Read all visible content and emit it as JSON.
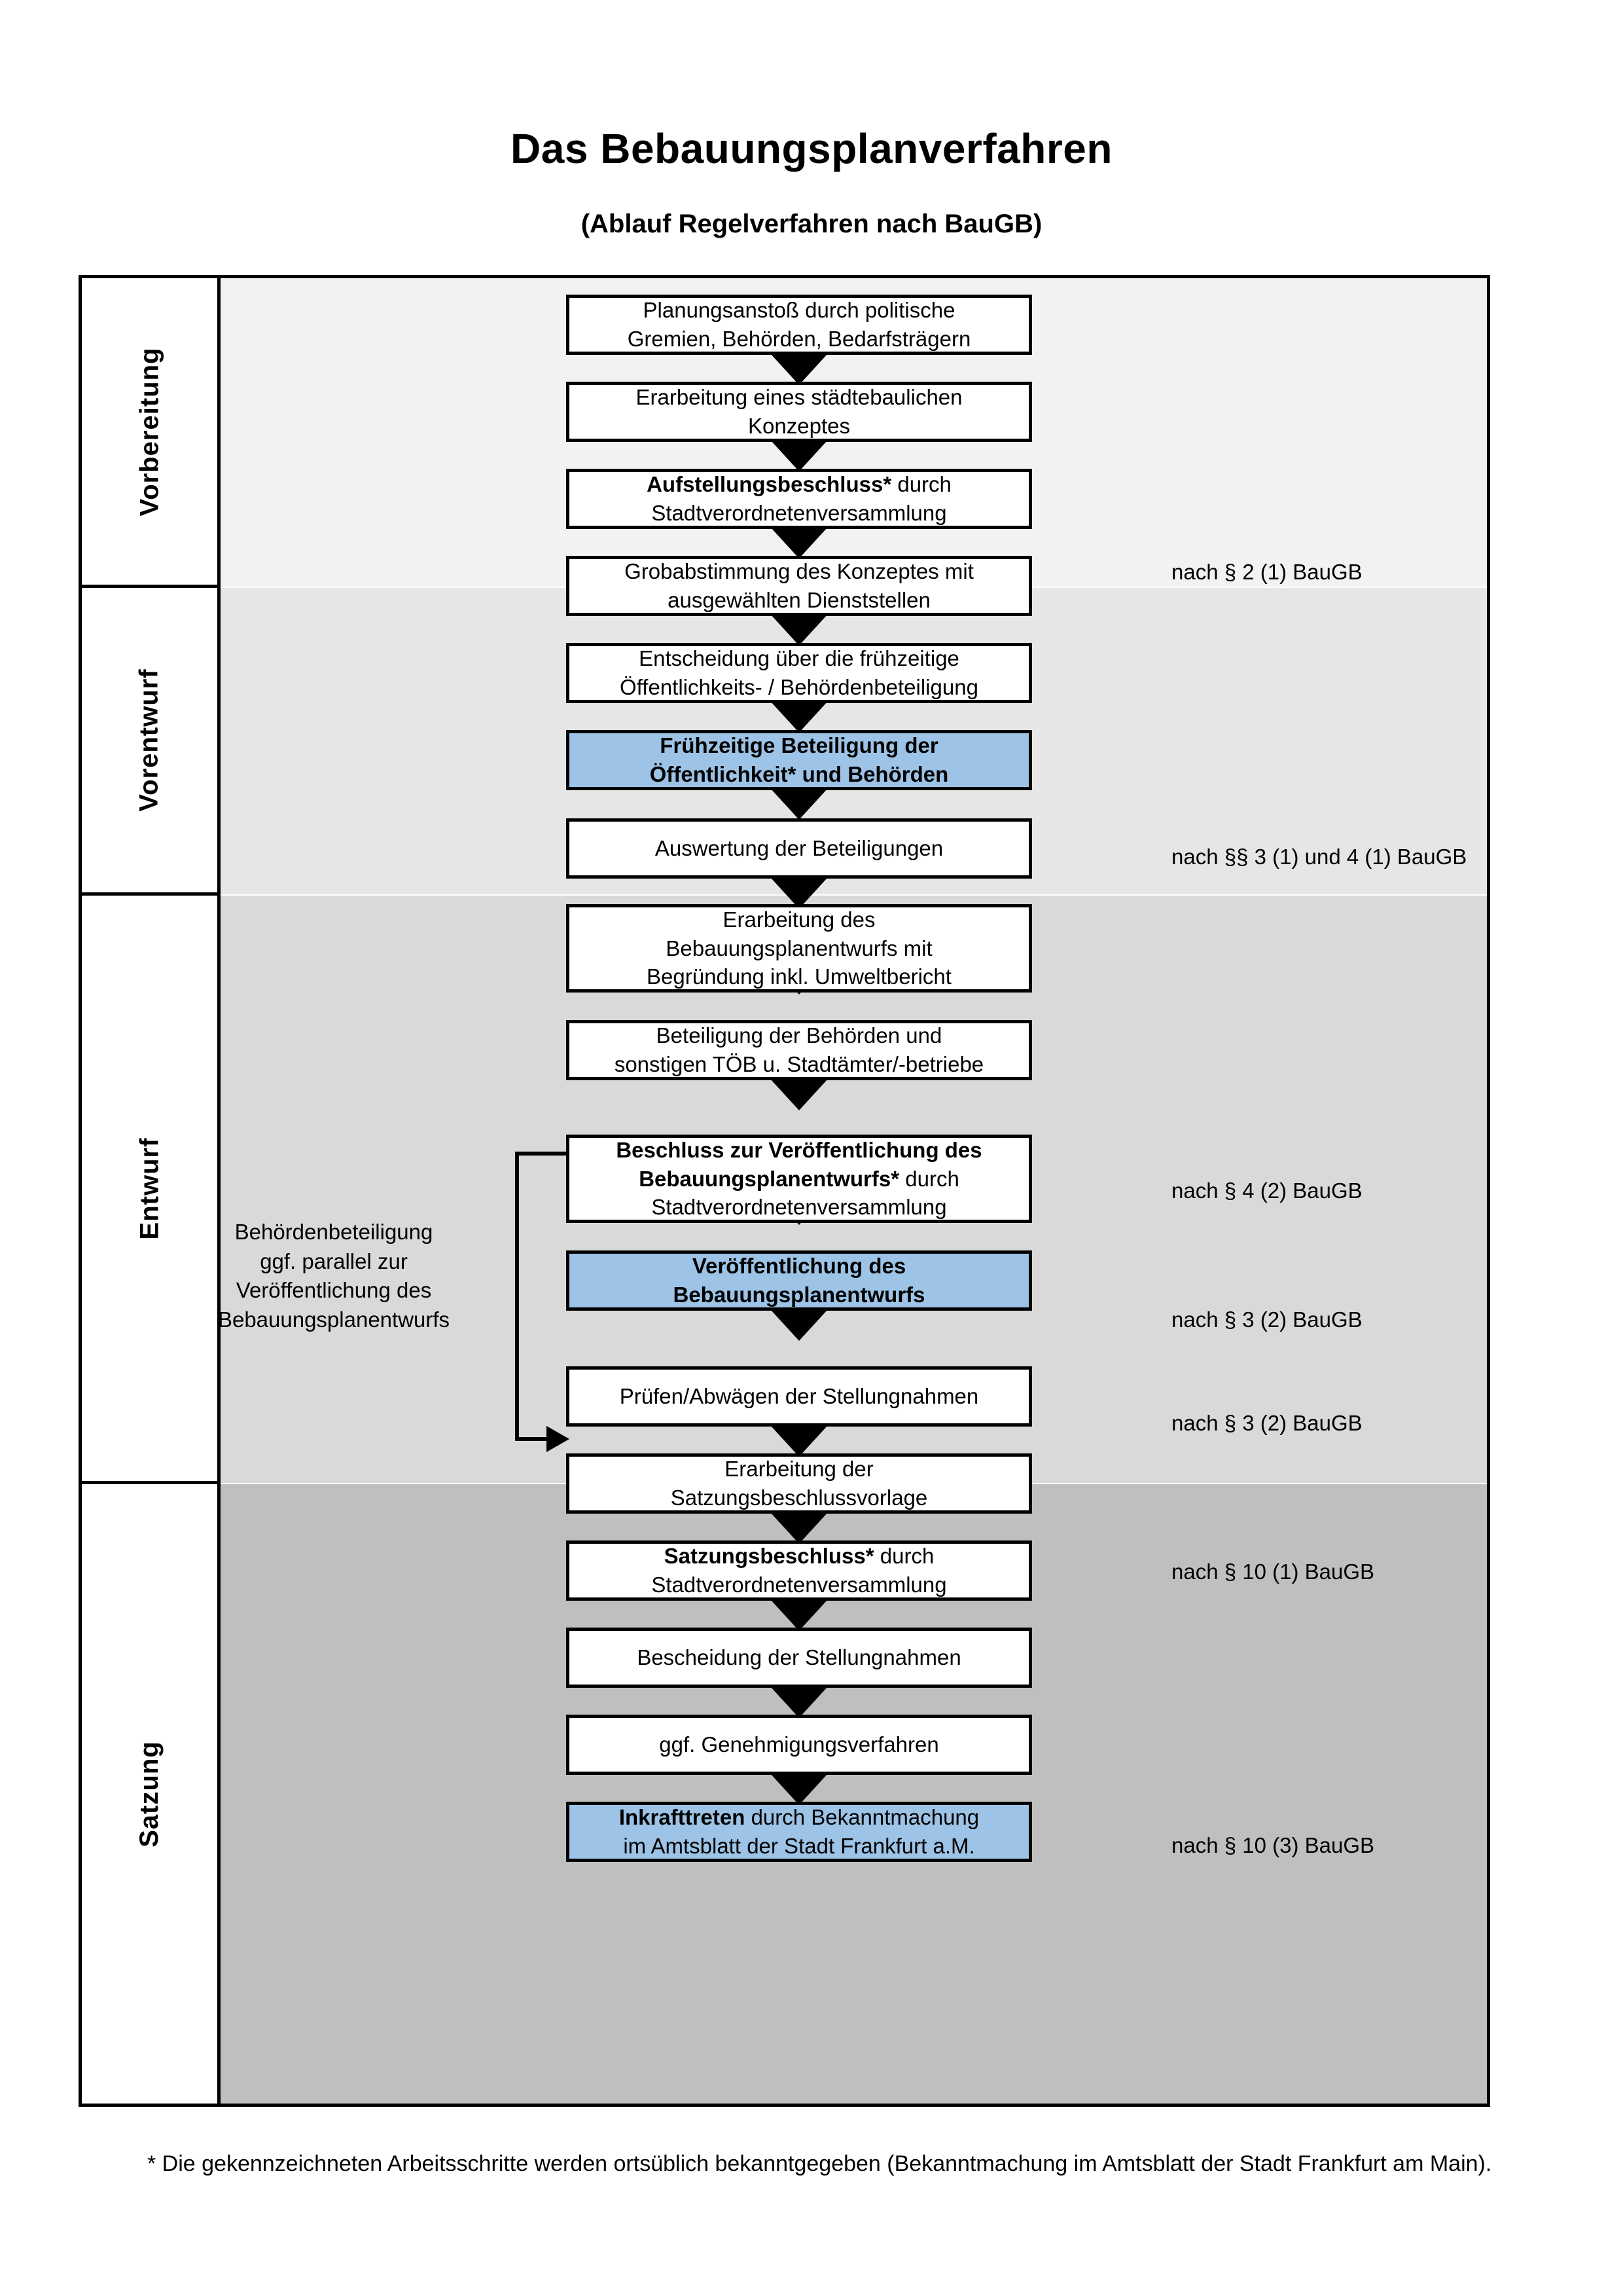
{
  "title": "Das Bebauungsplanverfahren",
  "subtitle": "(Ablauf Regelverfahren nach BauGB)",
  "phases": [
    {
      "label": "Vorbereitung",
      "background": "#f2f2f2"
    },
    {
      "label": "Vorentwurf",
      "background": "#e6e6e6"
    },
    {
      "label": "Entwurf",
      "background": "#d9d9d9"
    },
    {
      "label": "Satzung",
      "background": "#bfbfbf"
    }
  ],
  "nodes": [
    {
      "id": "planungsanstoss",
      "line1": "Planungsanstoß durch politische",
      "line2": "Gremien, Behörden, Bedarfsträgern",
      "style": "plain"
    },
    {
      "id": "staedtebauliches-konzept",
      "line1": "Erarbeitung eines städtebaulichen",
      "line2": "Konzeptes",
      "style": "plain"
    },
    {
      "id": "aufstellungsbeschluss",
      "bold": "Aufstellungsbeschluss*",
      "rest": " durch",
      "line2": "Stadtverordnetenversammlung",
      "style": "mixed"
    },
    {
      "id": "grobabstimmung",
      "line1": "Grobabstimmung des Konzeptes mit",
      "line2": "ausgewählten Dienststellen",
      "style": "plain"
    },
    {
      "id": "entscheidung-beteiligung",
      "line1": "Entscheidung über die frühzeitige",
      "line2": "Öffentlichkeits- / Behördenbeteiligung",
      "style": "plain"
    },
    {
      "id": "fruehzeitige-beteiligung",
      "line1": "Frühzeitige Beteiligung der",
      "line2": "Öffentlichkeit* und Behörden",
      "style": "allbold",
      "fill": "blue"
    },
    {
      "id": "auswertung",
      "line1": "Auswertung der Beteiligungen",
      "line2": "",
      "style": "plain"
    },
    {
      "id": "erarbeitung-entwurf",
      "line1": "Erarbeitung des",
      "line2": "Bebauungsplanentwurfs mit",
      "line3": "Begründung inkl. Umweltbericht",
      "style": "plain"
    },
    {
      "id": "beteiligung-behoerden",
      "line1": "Beteiligung der Behörden und",
      "line2": "sonstigen TÖB u. Stadtämter/-betriebe",
      "style": "plain"
    },
    {
      "id": "beschluss-veroeffentlichung",
      "bold": "Beschluss zur Veröffentlichung des Bebauungsplanentwurfs*",
      "rest": " durch",
      "line2": "Stadtverordnetenversammlung",
      "style": "mixed-wrap"
    },
    {
      "id": "veroeffentlichung",
      "line1": "Veröffentlichung des",
      "line2": "Bebauungsplanentwurfs",
      "style": "allbold",
      "fill": "blue"
    },
    {
      "id": "pruefen-abwaegen",
      "line1": "Prüfen/Abwägen der Stellungnahmen",
      "line2": "",
      "style": "plain"
    },
    {
      "id": "satzungsbeschlussvorlage",
      "line1": "Erarbeitung der",
      "line2": "Satzungsbeschlussvorlage",
      "style": "plain"
    },
    {
      "id": "satzungsbeschluss",
      "bold": "Satzungsbeschluss*",
      "rest": " durch",
      "line2": "Stadtverordnetenversammlung",
      "style": "mixed"
    },
    {
      "id": "bescheidung",
      "line1": "Bescheidung der Stellungnahmen",
      "line2": "",
      "style": "plain"
    },
    {
      "id": "genehmigungsverfahren",
      "line1": "ggf. Genehmigungsverfahren",
      "line2": "",
      "style": "plain"
    },
    {
      "id": "inkrafttreten",
      "bold": "Inkrafttreten",
      "rest": " durch Bekanntmachung",
      "line2": "im Amtsblatt der Stadt Frankfurt a.M.",
      "style": "mixed",
      "fill": "blue"
    }
  ],
  "annotations": [
    {
      "id": "annot-2-1",
      "text": "nach § 2 (1) BauGB"
    },
    {
      "id": "annot-3-1-4-1",
      "text": "nach §§ 3 (1) und 4 (1) BauGB"
    },
    {
      "id": "annot-4-2",
      "text": "nach § 4 (2) BauGB"
    },
    {
      "id": "annot-3-2-a",
      "text": "nach § 3 (2) BauGB"
    },
    {
      "id": "annot-3-2-b",
      "text": "nach § 3 (2) BauGB"
    },
    {
      "id": "annot-10-1",
      "text": "nach § 10 (1) BauGB"
    },
    {
      "id": "annot-10-3",
      "text": "nach § 10 (3) BauGB"
    }
  ],
  "sidenote": {
    "line1": "Behördenbeteiligung",
    "line2": "ggf. parallel zur",
    "line3": "Veröffentlichung des",
    "line4": "Bebauungsplanentwurfs"
  },
  "footnote": "* Die gekennzeichneten Arbeitsschritte werden ortsüblich bekanntgegeben (Bekanntmachung im Amtsblatt  der Stadt Frankfurt am Main).",
  "colors": {
    "highlight_blue": "#9dc3e6",
    "band_1": "#f2f2f2",
    "band_2": "#e6e6e6",
    "band_3": "#d9d9d9",
    "band_4": "#bfbfbf",
    "line": "#000000"
  }
}
